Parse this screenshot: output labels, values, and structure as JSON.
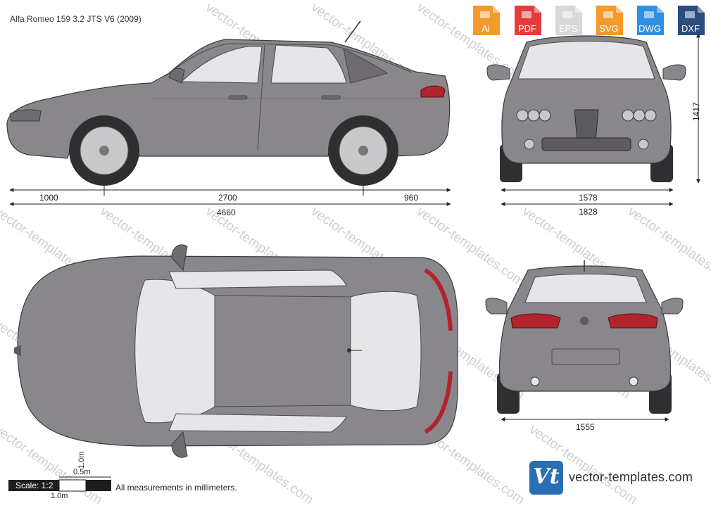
{
  "title": "Alfa Romeo 159 3.2 JTS V6 (2009)",
  "formats": [
    {
      "label": "Ai",
      "color": "#f39a2b"
    },
    {
      "label": "PDF",
      "color": "#e53b3b"
    },
    {
      "label": "EPS",
      "color": "#d8d8d8"
    },
    {
      "label": "SVG",
      "color": "#f39a2b"
    },
    {
      "label": "DWG",
      "color": "#2f8fe0"
    },
    {
      "label": "DXF",
      "color": "#2a4d80"
    }
  ],
  "dimensions": {
    "front_overhang": "1000",
    "wheelbase": "2700",
    "rear_overhang": "960",
    "length": "4660",
    "front_track": "1578",
    "width": "1828",
    "height": "1417",
    "rear_track": "1555"
  },
  "scale": {
    "label": "Scale: 1:2",
    "half_m": "0.5m",
    "one_m": "1.0m",
    "one_m_rot": "1.0m"
  },
  "note": "All measurements in millimeters.",
  "brand": {
    "logo": "Vt",
    "site": "vector-templates.com"
  },
  "watermark": "vector-templates.com",
  "colors": {
    "body": "#8a878c",
    "body_dark": "#5e5b60",
    "glass": "#e6e6e8",
    "tail": "#b3232b",
    "tyre": "#2f2f31"
  }
}
